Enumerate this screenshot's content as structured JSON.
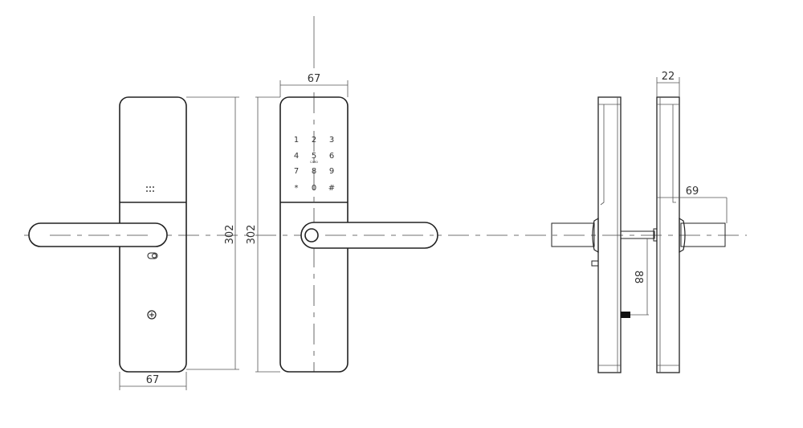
{
  "dimensions": {
    "front_width": "67",
    "back_width": "67",
    "front_height": "302",
    "back_height": "302",
    "side_depth": "22",
    "handle_projection": "69",
    "spindle_to_cylinder": "88"
  },
  "keypad": {
    "keys": [
      "1",
      "2",
      "3",
      "4",
      "5",
      "6",
      "7",
      "8",
      "9",
      "*",
      "0",
      "#"
    ],
    "card_label": "CARD"
  },
  "colors": {
    "line": "#222222",
    "background": "#ffffff"
  }
}
